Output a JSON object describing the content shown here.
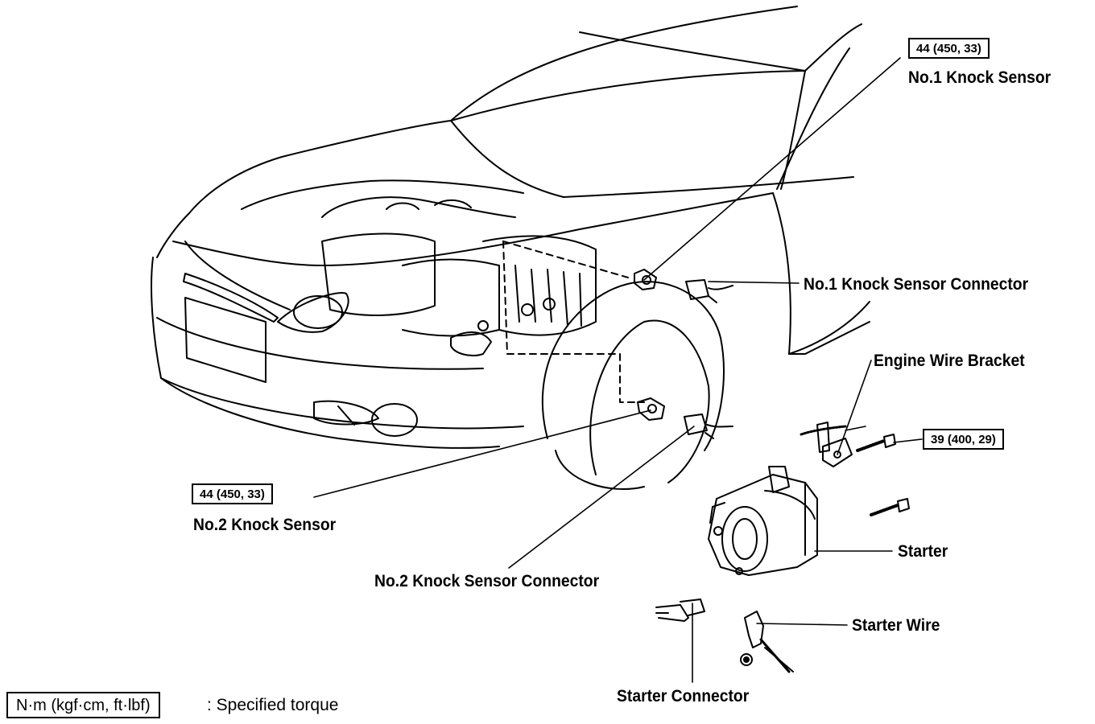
{
  "labels": {
    "no1_knock_sensor": "No.1 Knock Sensor",
    "no1_knock_sensor_connector": "No.1 Knock Sensor Connector",
    "engine_wire_bracket": "Engine Wire Bracket",
    "no2_knock_sensor": "No.2  Knock Sensor",
    "no2_knock_sensor_connector": "No.2  Knock Sensor Connector",
    "starter": "Starter",
    "starter_wire": "Starter Wire",
    "starter_connector": "Starter Connector"
  },
  "torques": {
    "no1_knock_sensor": "44 (450, 33)",
    "no2_knock_sensor": "44 (450, 33)",
    "bracket_bolt": "39 (400, 29)"
  },
  "legend": {
    "unit": "N·m (kgf·cm, ft·lbf)",
    "description": ": Specified torque"
  }
}
